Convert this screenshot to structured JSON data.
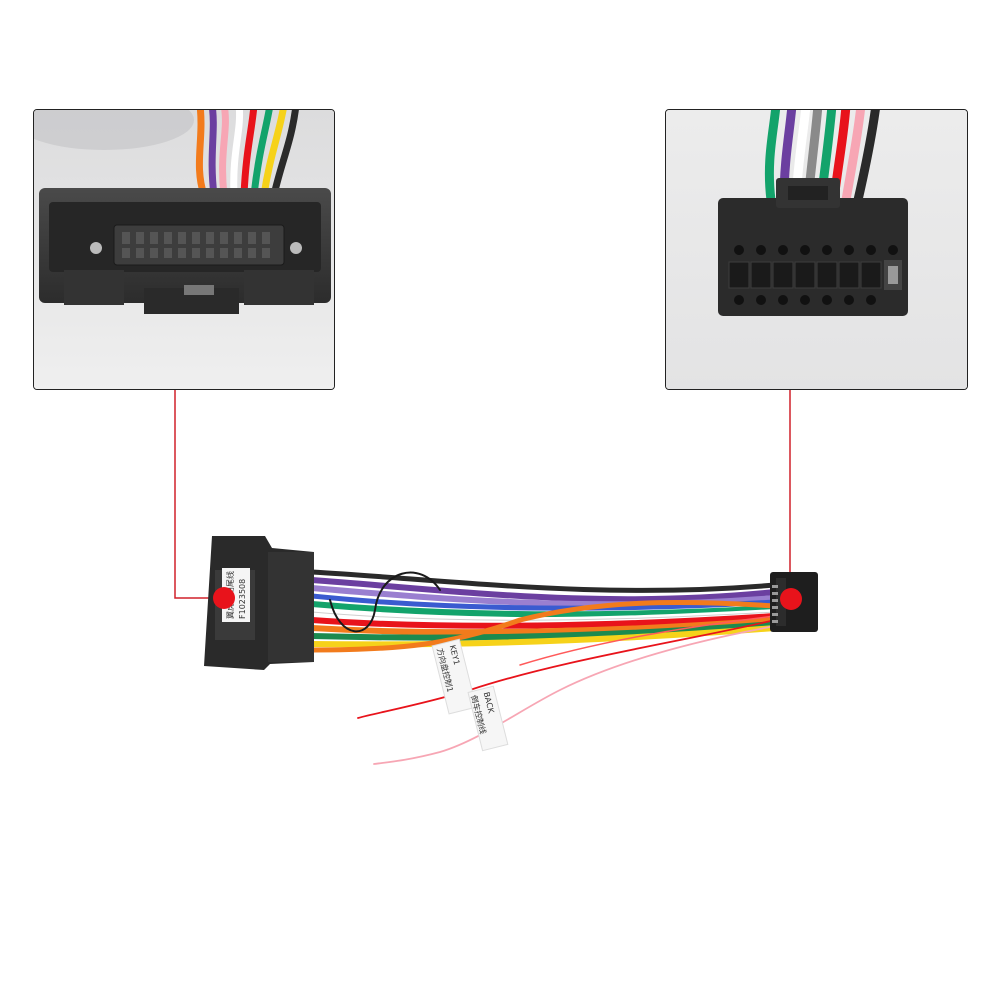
{
  "product": {
    "image_kind": "product-photo",
    "subject": "car stereo wiring harness adapter with two connector close-ups"
  },
  "callouts": {
    "marker_color": "#e8131b",
    "line_color": "#d0202a",
    "left_inset": {
      "depicts": "vehicle-side-connector"
    },
    "right_inset": {
      "depicts": "16-pin-radio-side-connector"
    }
  },
  "labels": {
    "connector_tag_line1": "翼虎专用尾线",
    "connector_tag_line2": "F1023508",
    "tag_a_line1": "KEY1",
    "tag_a_line2": "方向盘控制1",
    "tag_b_line1": "BACK",
    "tag_b_line2": "倒车控制线"
  },
  "wire_colors": [
    "#e8131b",
    "#f27b1c",
    "#f6d21a",
    "#13a36b",
    "#1c8a4f",
    "#6b3fa0",
    "#9a7fd0",
    "#2a2a2a",
    "#ffffff",
    "#f7a6b4",
    "#8a8a8a",
    "#3a5bd0"
  ]
}
